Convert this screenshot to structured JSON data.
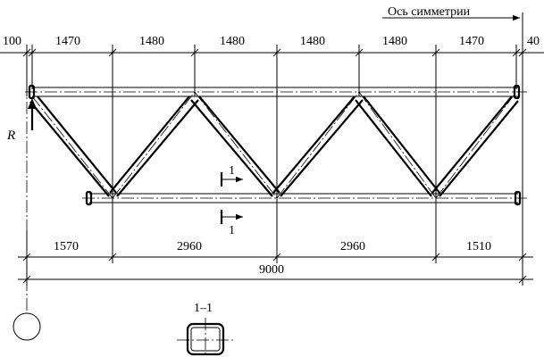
{
  "symmetry_axis_label": "Ось симметрии",
  "top_dimensions": [
    "100",
    "1470",
    "1480",
    "1480",
    "1480",
    "1480",
    "1470",
    "40"
  ],
  "bottom_dimensions": [
    "1570",
    "2960",
    "2960",
    "1510"
  ],
  "total_dimension": "9000",
  "reaction_label": "R",
  "section_mark": "1",
  "section_title": "1–1"
}
